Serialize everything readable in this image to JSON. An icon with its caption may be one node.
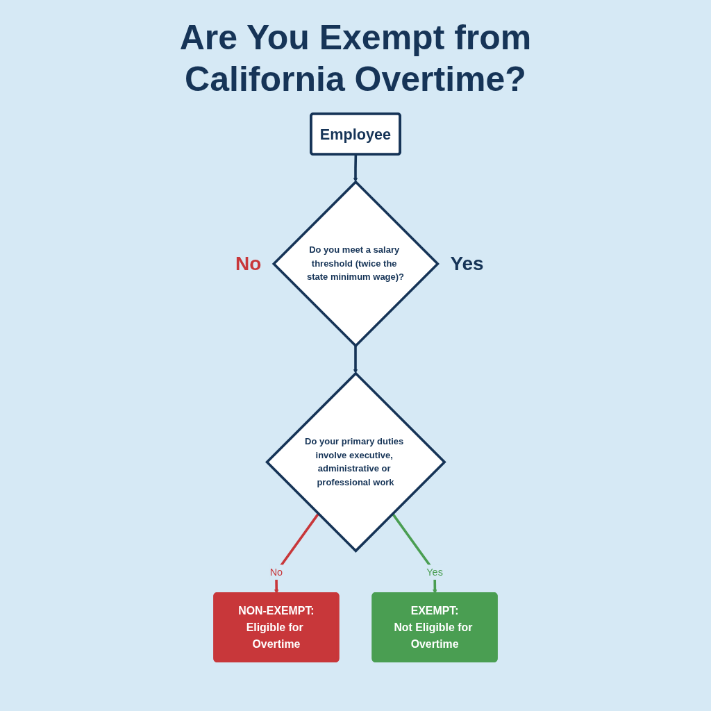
{
  "diagram": {
    "title": "Are You Exempt from California Overtime?",
    "nodes": [
      {
        "text": [
          "Employee"
        ]
      },
      {
        "text": [
          "Do you meet a salary threshold (twice the state minimum wage)?"
        ],
        "beside": [
          "No",
          "Yes"
        ]
      },
      {
        "text": [
          "Do your primary duties involve executive, administrative or professional work"
        ]
      },
      {
        "text": [
          "NON-EXEMPT:",
          "Eligible for Overtime"
        ]
      },
      {
        "text": [
          "EXEMPT:",
          "Not Eligible for Overtime"
        ]
      }
    ],
    "edges": [
      {
        "from": 0,
        "to": 1,
        "arrow": "to"
      },
      {
        "from": 1,
        "to": 2,
        "arrow": "to"
      },
      {
        "from": 2,
        "to": 3,
        "arrow": "to",
        "label": "No",
        "color": "#c8373a"
      },
      {
        "from": 2,
        "to": 4,
        "arrow": "to",
        "label": "Yes",
        "color": "#4a9e52"
      }
    ]
  }
}
